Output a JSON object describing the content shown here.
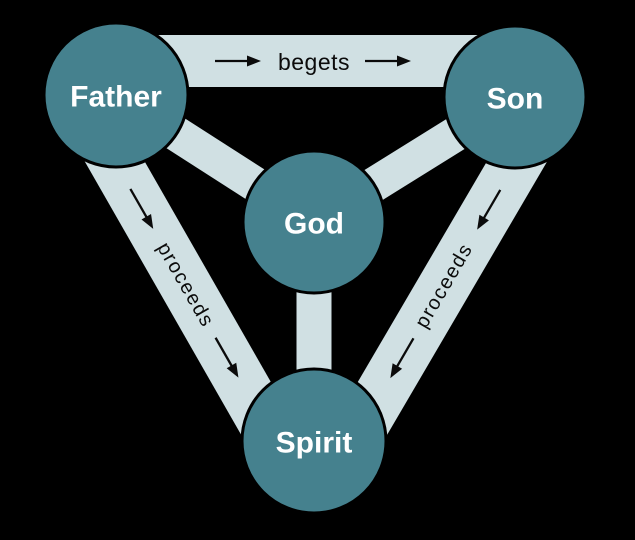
{
  "colors": {
    "background": "#000000",
    "node_fill": "#45818e",
    "node_stroke": "#000000",
    "band_fill": "#d0e0e3",
    "edge_text": "#0b0b0b",
    "node_text": "#ffffff"
  },
  "nodes": {
    "father": {
      "label": "Father"
    },
    "son": {
      "label": "Son"
    },
    "god": {
      "label": "God"
    },
    "spirit": {
      "label": "Spirit"
    }
  },
  "edges": {
    "father_son": {
      "label": "begets",
      "arrow_direction": "father-to-son"
    },
    "father_spirit": {
      "label": "proceeds",
      "arrow_direction": "father-to-spirit"
    },
    "son_spirit": {
      "label": "proceeds",
      "arrow_direction": "son-to-spirit"
    },
    "father_god": {
      "arrow_direction": "none"
    },
    "son_god": {
      "arrow_direction": "none"
    },
    "spirit_god": {
      "arrow_direction": "none"
    }
  }
}
